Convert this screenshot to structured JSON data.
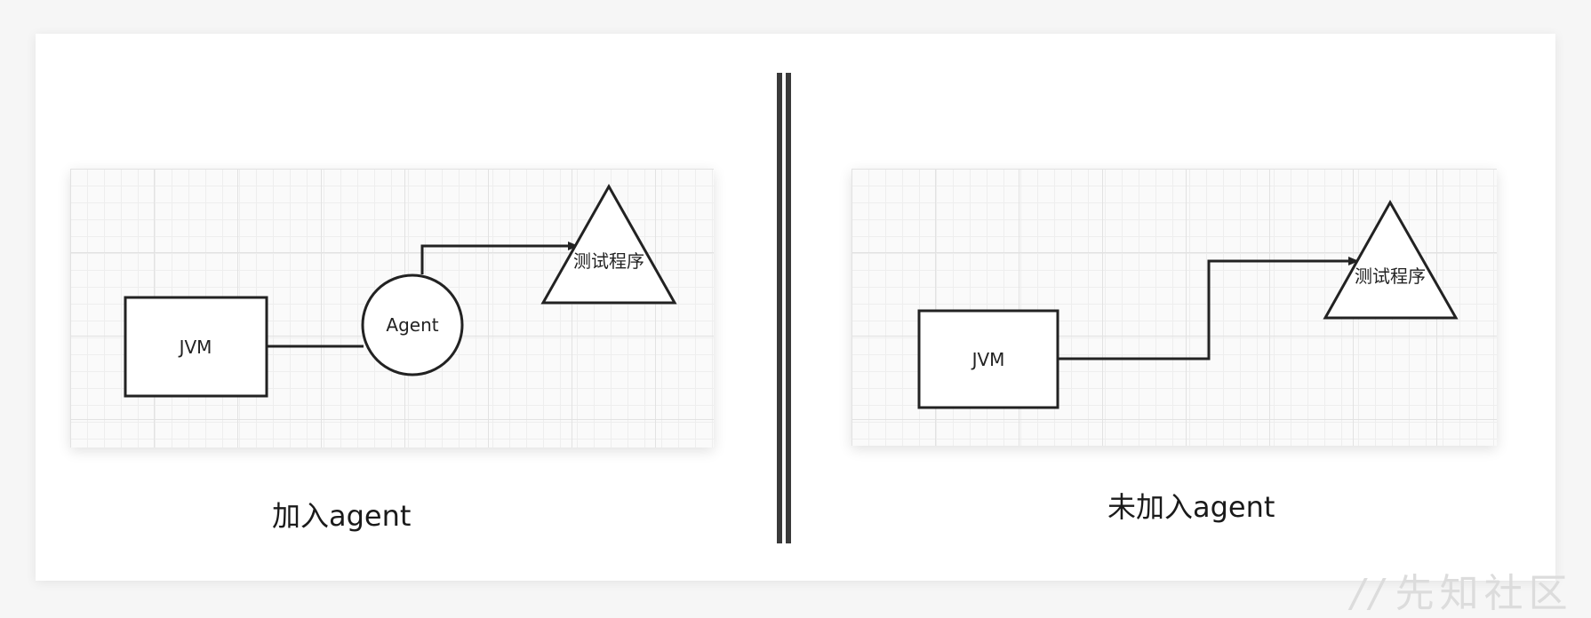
{
  "left": {
    "caption": "加入agent",
    "jvm_label": "JVM",
    "agent_label": "Agent",
    "program_label": "测试程序"
  },
  "right": {
    "caption": "未加入agent",
    "jvm_label": "JVM",
    "program_label": "测试程序"
  },
  "watermark": {
    "mark": "//",
    "text": "先知社区"
  },
  "colors": {
    "stroke": "#222222",
    "divider": "#3a3a3a",
    "grid_major": "#e2e2e2",
    "grid_minor": "#eeeeee"
  }
}
